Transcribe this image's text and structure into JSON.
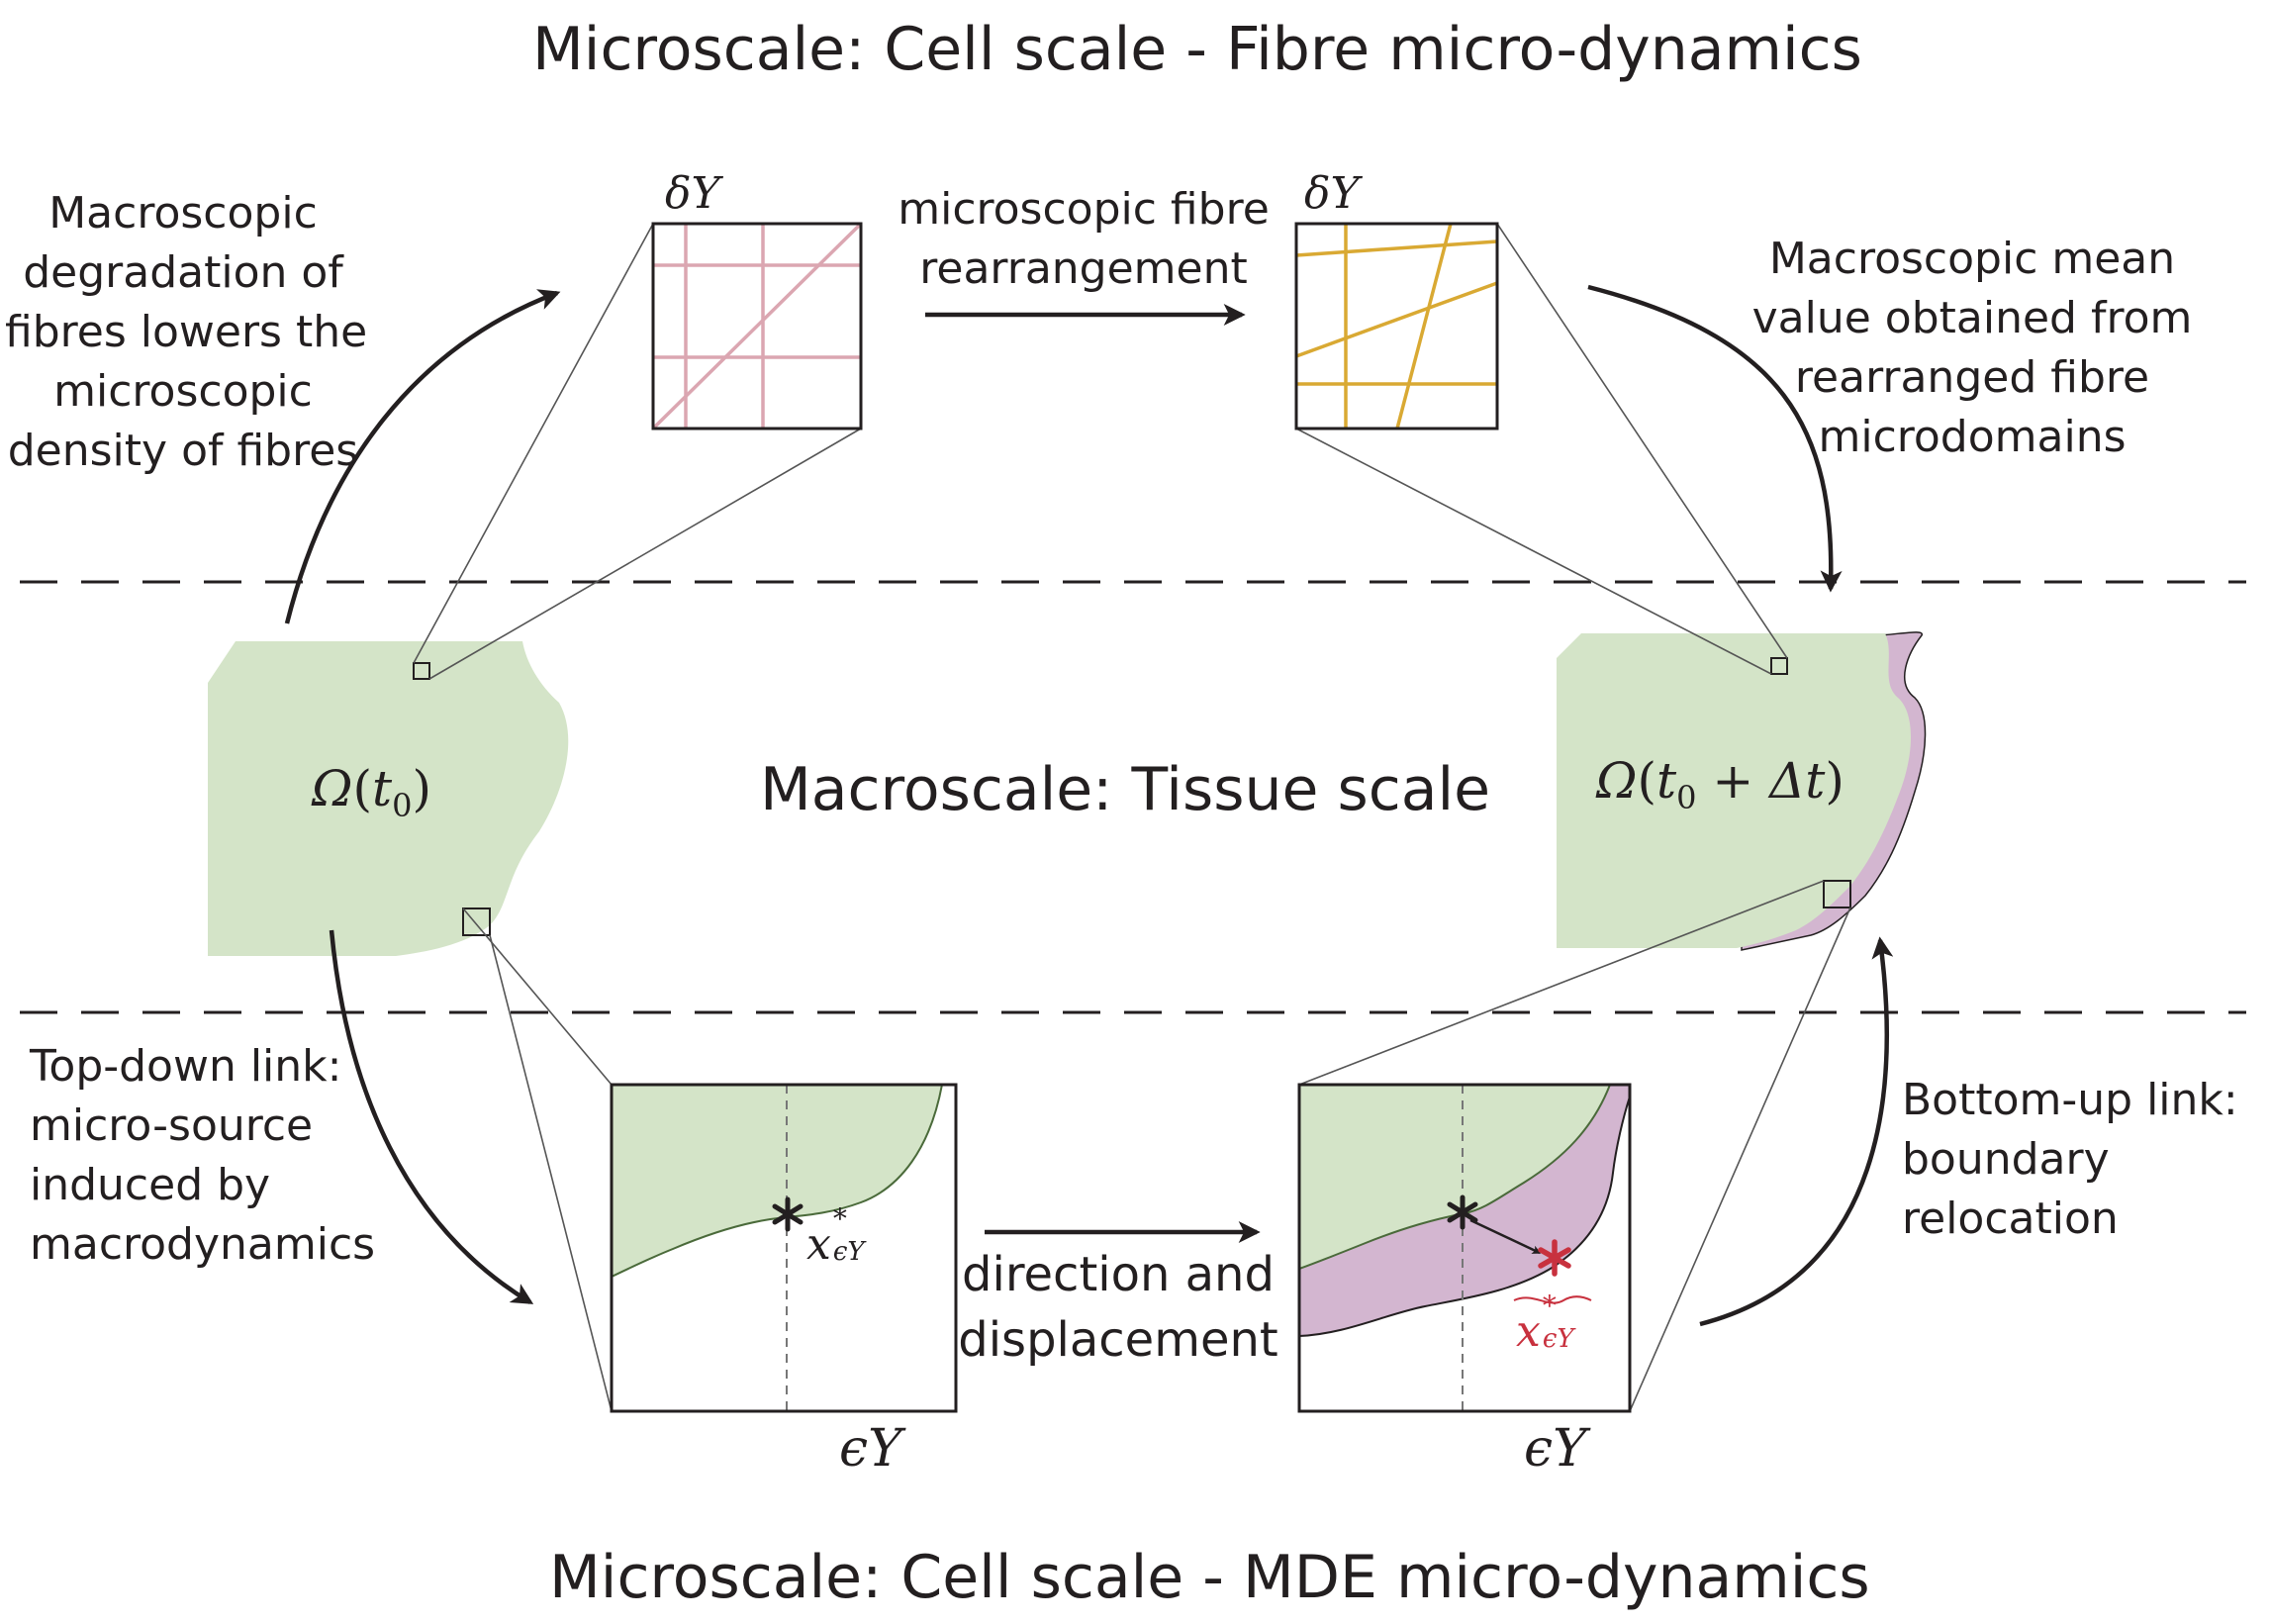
{
  "headings": {
    "top": "Microscale: Cell scale - Fibre micro-dynamics",
    "middle": "Macroscale: Tissue scale",
    "bottom": "Microscale: Cell scale - MDE micro-dynamics"
  },
  "notes": {
    "degradation": [
      "Macroscopic",
      "degradation of",
      "fibres lowers the",
      "microscopic",
      "density of fibres"
    ],
    "rearrangement": [
      "microscopic fibre",
      "rearrangement"
    ],
    "mean_value": [
      "Macroscopic mean",
      "value obtained from",
      "rearranged fibre",
      "microdomains"
    ],
    "top_down": [
      "Top-down link:",
      "micro-source",
      "induced by",
      "macrodynamics"
    ],
    "direction": [
      "direction and",
      "displacement"
    ],
    "bottom_up": [
      "Bottom-up link:",
      "boundary",
      "relocation"
    ]
  },
  "math": {
    "delta_y": "δY",
    "eps_y": "ϵY",
    "omega_t0": {
      "symbol": "Ω",
      "open": "(",
      "var": "t",
      "sub": "0",
      "close": ")"
    },
    "omega_t0_dt": {
      "symbol": "Ω",
      "open": "(",
      "var": "t",
      "sub": "0",
      "plus": " + ",
      "delta": "Δ",
      "t": "t",
      "close": ")"
    },
    "x_star": {
      "base": "x",
      "sup": "*",
      "sub": "ϵY"
    },
    "x_star_tilde": {
      "base": "x",
      "sup": "*",
      "sub": "ϵY"
    }
  },
  "colors": {
    "tissue_green": "#d4e4c8",
    "mde_purple": "#d3b6d0",
    "fibre_pink": "#dba6b1",
    "fibre_gold": "#d9a933",
    "red_marker": "#c8313e",
    "ink": "#231f20"
  }
}
